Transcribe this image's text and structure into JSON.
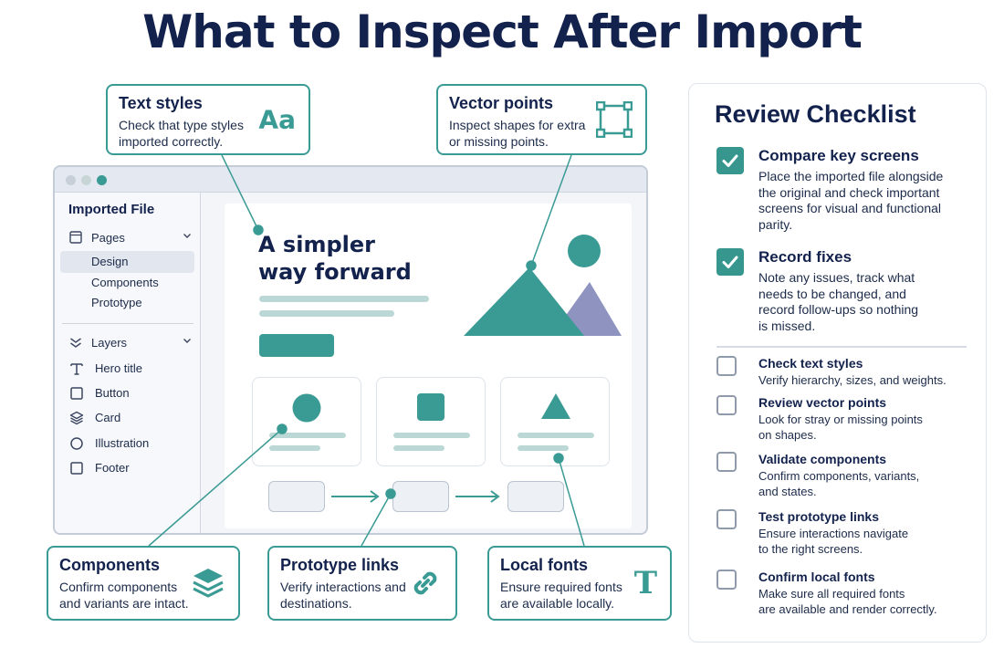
{
  "title": "What to Inspect After Import",
  "callouts": {
    "text_styles": {
      "title": "Text styles",
      "desc": "Check that type styles imported correctly.",
      "icon_text": "Aa"
    },
    "vector_points": {
      "title": "Vector points",
      "desc": "Inspect shapes for extra or missing points."
    },
    "components": {
      "title": "Components",
      "desc": "Confirm components and variants are intact."
    },
    "prototype_links": {
      "title": "Prototype links",
      "desc": "Verify interactions and destinations."
    },
    "local_fonts": {
      "title": "Local fonts",
      "desc": "Ensure required fonts are available locally.",
      "icon_text": "T"
    }
  },
  "app": {
    "sidebar_title": "Imported File",
    "pages_label": "Pages",
    "pages": [
      "Design",
      "Components",
      "Prototype"
    ],
    "selected_page": "Design",
    "layers_label": "Layers",
    "layers": [
      {
        "label": "Hero title",
        "icon": "text-icon"
      },
      {
        "label": "Button",
        "icon": "square-icon"
      },
      {
        "label": "Card",
        "icon": "stack-icon"
      },
      {
        "label": "Illustration",
        "icon": "circle-icon"
      },
      {
        "label": "Footer",
        "icon": "square-icon"
      }
    ],
    "hero_line1": "A simpler",
    "hero_line2": "way forward"
  },
  "checklist": {
    "title": "Review Checklist",
    "items": [
      {
        "title": "Compare key screens",
        "desc": [
          "Place the imported file alongside",
          "the original and check important",
          "screens for visual and functional",
          "parity."
        ],
        "checked": true
      },
      {
        "title": "Record fixes",
        "desc": [
          "Note any issues, track what",
          "needs to be changed, and",
          "record follow-ups so nothing",
          "is missed."
        ],
        "checked": true
      },
      {
        "title": "Check text styles",
        "desc": [
          "Verify hierarchy, sizes, and weights."
        ],
        "checked": false
      },
      {
        "title": "Review vector points",
        "desc": [
          "Look for stray or missing points",
          "on shapes."
        ],
        "checked": false
      },
      {
        "title": "Validate components",
        "desc": [
          "Confirm components, variants,",
          "and states."
        ],
        "checked": false
      },
      {
        "title": "Test prototype links",
        "desc": [
          "Ensure interactions navigate",
          "to the right screens."
        ],
        "checked": false
      },
      {
        "title": "Confirm local fonts",
        "desc": [
          "Make sure all required fonts",
          "are available and render correctly."
        ],
        "checked": false
      }
    ]
  },
  "colors": {
    "teal": "#3a9a94",
    "navy": "#13224d",
    "lavender": "#8e93bf"
  }
}
